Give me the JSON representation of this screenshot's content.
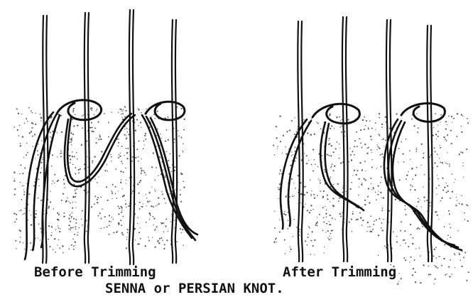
{
  "figure": {
    "caption_left": "Before Trimming",
    "caption_right": "After Trimming",
    "title": "SENNA or PERSIAN KNOT.",
    "ink_color": "#111111",
    "paper_color": "#ffffff",
    "stipple_color": "#555555"
  }
}
